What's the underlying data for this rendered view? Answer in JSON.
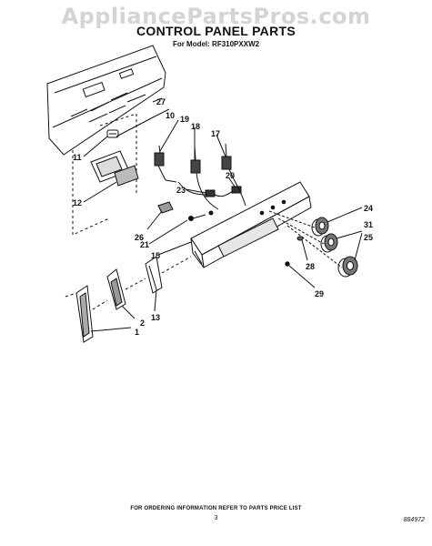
{
  "watermark": "AppliancePartsPros.com",
  "title": "CONTROL PANEL PARTS",
  "subtitle": "For Model: RF310PXXW2",
  "footer_note": "FOR ORDERING INFORMATION REFER TO PARTS PRICE LIST",
  "page_number": "3",
  "document_number": "884972",
  "callouts": {
    "c27": "27",
    "c10": "10",
    "c19": "19",
    "c18": "18",
    "c17": "17",
    "c11": "11",
    "c20": "20",
    "c23": "23",
    "c12": "12",
    "c24": "24",
    "c26": "26",
    "c31": "31",
    "c21": "21",
    "c25": "25",
    "c15": "15",
    "c28": "28",
    "c29": "29",
    "c13": "13",
    "c2": "2",
    "c1": "1"
  }
}
